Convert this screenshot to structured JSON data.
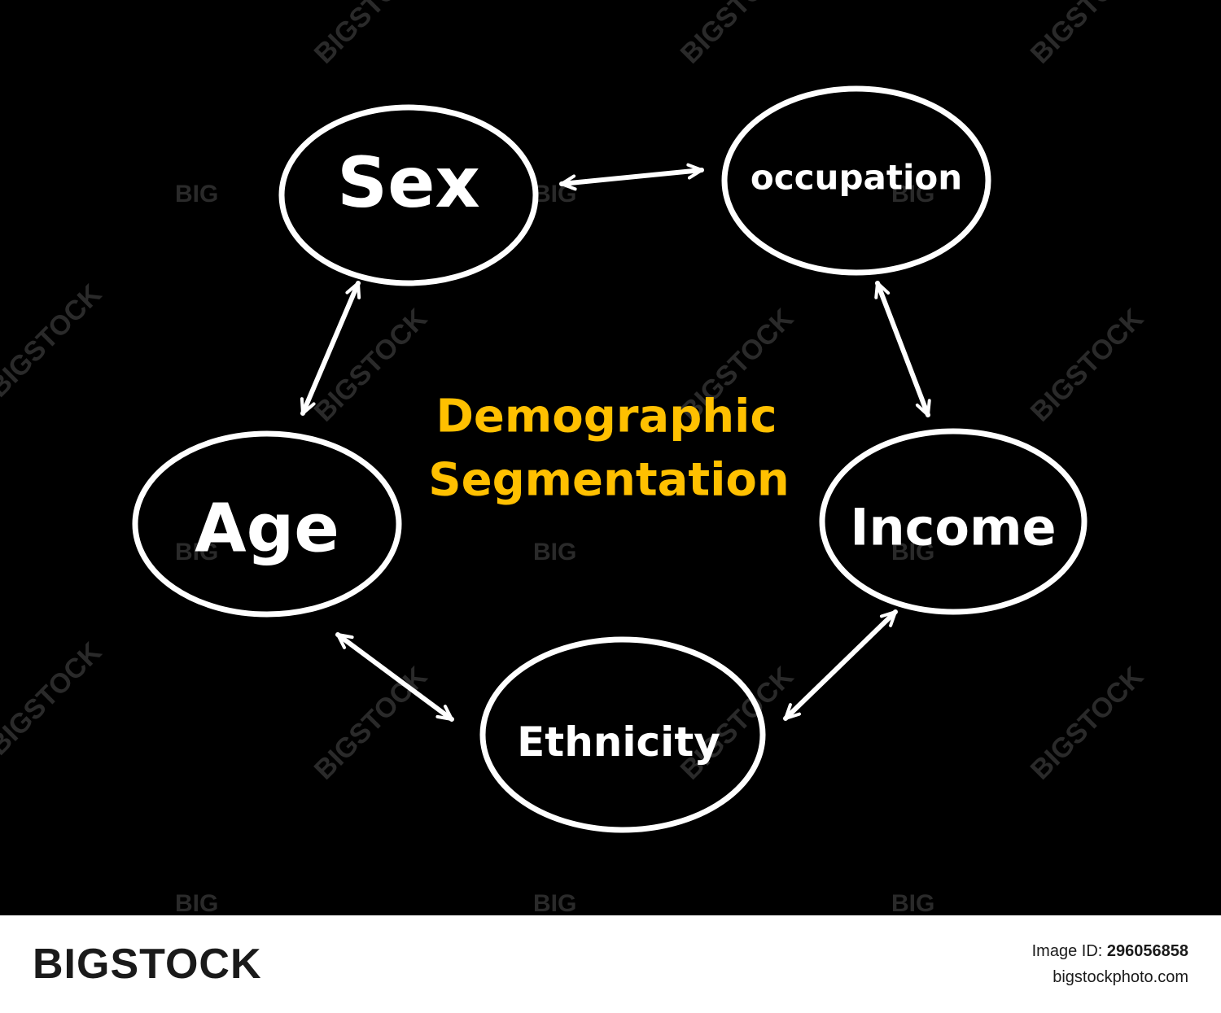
{
  "diagram": {
    "title_line1": "Demographic",
    "title_line2": "Segmentation",
    "nodes": {
      "sex": "Sex",
      "occupation": "occupation",
      "income": "Income",
      "ethnicity": "Ethnicity",
      "age": "Age"
    },
    "colors": {
      "background": "#000000",
      "stroke": "#ffffff",
      "title": "#ffc000"
    }
  },
  "watermark": {
    "big": "BIG",
    "bigstock": "BIGSTOCK"
  },
  "footer": {
    "brand": "BIGSTOCK",
    "image_id_label": "Image ID:",
    "image_id": "296056858",
    "site": "bigstockphoto.com"
  }
}
